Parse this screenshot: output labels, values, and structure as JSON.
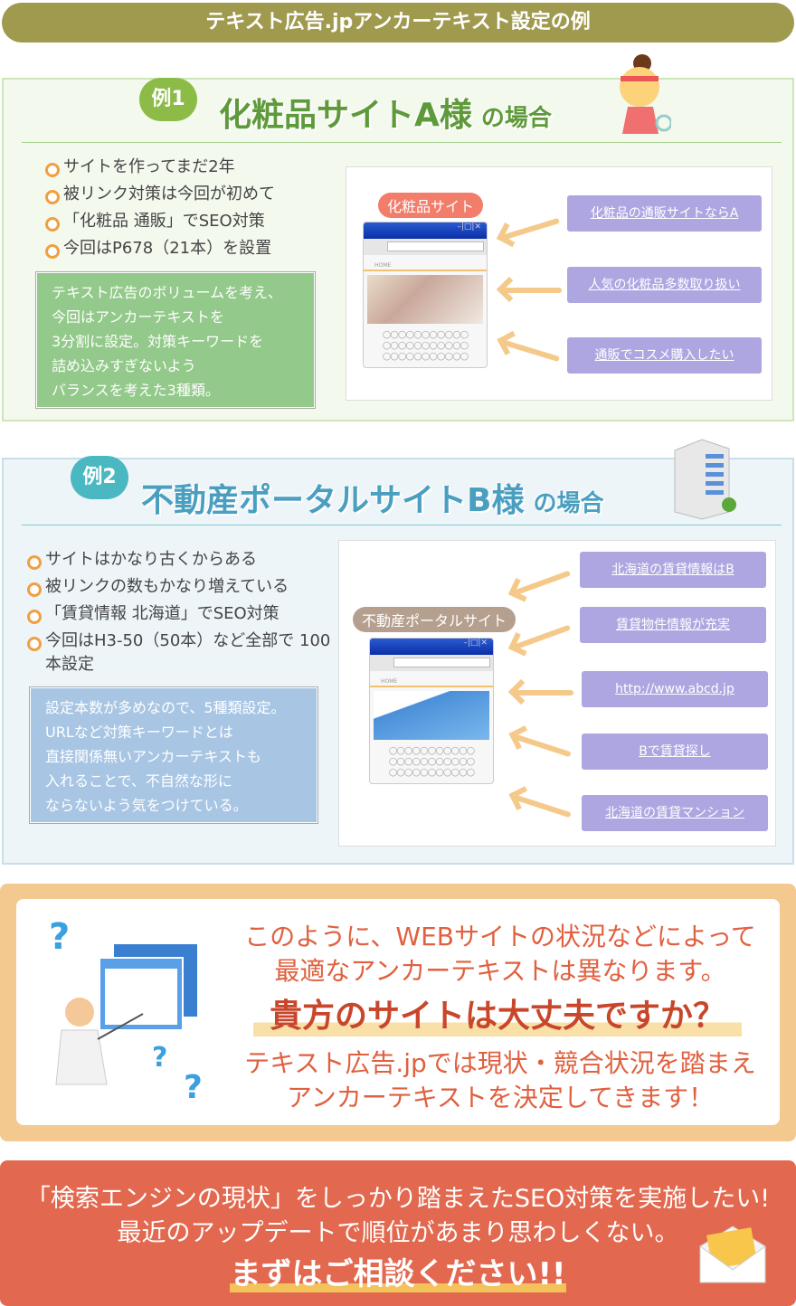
{
  "banner": {
    "title": "テキスト広告.jpアンカーテキスト設定の例"
  },
  "example1": {
    "badge": "例1",
    "title": "化粧品サイトA様",
    "title_suffix": "の場合",
    "bullets": [
      "サイトを作ってまだ2年",
      "被リンク対策は今回が初めて",
      "「化粧品 通販」でSEO対策",
      "今回はP678（21本）を設置"
    ],
    "note": [
      "テキスト広告のボリュームを考え、",
      "今回はアンカーテキストを",
      "3分割に設定。対策キーワードを",
      "詰め込みすぎないよう",
      "バランスを考えた3種類。"
    ],
    "site_label": "化粧品サイト",
    "browser_home": "HOME",
    "browser_controls": "–|□|✕",
    "links": [
      "化粧品の通販サイトならA",
      "人気の化粧品多数取り扱い",
      "通販でコスメ購入したい"
    ]
  },
  "example2": {
    "badge": "例2",
    "title": "不動産ポータルサイトB様",
    "title_suffix": "の場合",
    "bullets": [
      "サイトはかなり古くからある",
      "被リンクの数もかなり増えている",
      "「賃貸情報 北海道」でSEO対策",
      "今回はH3-50（50本）など全部で 100本設定"
    ],
    "note": [
      "設定本数が多めなので、5種類設定。",
      "URLなど対策キーワードとは",
      "直接関係無いアンカーテキストも",
      "入れることで、不自然な形に",
      "ならないよう気をつけている。"
    ],
    "site_label": "不動産ポータルサイト",
    "browser_home": "HOME",
    "browser_controls": "–|□|✕",
    "links": [
      "北海道の賃貸情報はB",
      "賃貸物件情報が充実",
      "http://www.abcd.jp",
      "Bで賃貸探し",
      "北海道の賃貸マンション"
    ]
  },
  "summary": {
    "line1": "このように、WEBサイトの状況などによって",
    "line2": "最適なアンカーテキストは異なります。",
    "headline": "貴方のサイトは大丈夫ですか？",
    "line3": "テキスト広告.jpでは現状・競合状況を踏まえ",
    "line4": "アンカーテキストを決定してきます！",
    "question_mark": "?"
  },
  "cta": {
    "line1": "「検索エンジンの現状」をしっかり踏まえたSEO対策を実施したい!",
    "line2": "最近のアップデートで順位があまり思わしくない。",
    "headline": "まずはご相談ください!!"
  },
  "colors": {
    "olive": "#a09a4f",
    "green": "#5e9a3a",
    "blue": "#4a9fc0",
    "link": "#aea6e0",
    "red": "#e0603f",
    "cta": "#e2694f"
  }
}
